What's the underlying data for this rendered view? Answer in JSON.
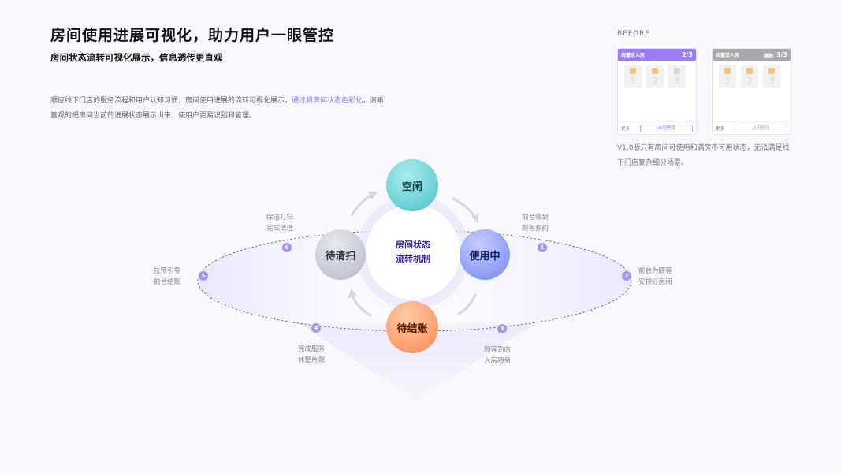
{
  "header": {
    "title": "房间使用进展可视化，助力用户一眼管控",
    "subtitle": "房间状态流转可视化展示，信息透传更直观",
    "desc_pre": "顺应线下门店的服务流程和用户认知习惯，房间使用进展的流转可视化展示，",
    "desc_highlight": "通过将房间状态色彩化",
    "desc_post": "，清晰直观的把房间当前的进展状态展示出来，使用户更易识别和管理。"
  },
  "before": {
    "label": "BEFORE",
    "cards": [
      {
        "room": "阅蕾双人房",
        "count": "2/3",
        "badge": "",
        "beds": [
          "1",
          "2",
          "3"
        ],
        "more": "更多",
        "button": "占用房间"
      },
      {
        "room": "阅蕾双人房",
        "count": "3/3",
        "badge": "满房",
        "beds": [
          "1",
          "2",
          "3"
        ],
        "more": "更多",
        "button": "占用房间"
      }
    ],
    "note": "V1.0版只有房间可使用和满房不可用状态，无法满足线下门店复杂细分场景。"
  },
  "diagram": {
    "center": {
      "line1": "房间状态",
      "line2": "流转机制"
    },
    "states": {
      "top": "空闲",
      "right": "使用中",
      "bottom": "待结账",
      "left": "待清扫"
    },
    "steps": [
      {
        "num": "1",
        "line1": "前台收到",
        "line2": "顾客预约"
      },
      {
        "num": "2",
        "line1": "前台为顾客",
        "line2": "安排好房间"
      },
      {
        "num": "3",
        "line1": "顾客到店",
        "line2": "入房服务"
      },
      {
        "num": "4",
        "line1": "完成服务",
        "line2": "休整片刻"
      },
      {
        "num": "5",
        "line1": "技师引导",
        "line2": "前台结账"
      },
      {
        "num": "6",
        "line1": "保洁打扫",
        "line2": "完成清理"
      }
    ]
  },
  "colors": {
    "accent": "#8a6ff0",
    "idle": "#4cc2c9",
    "in_use": "#7487f1",
    "checkout": "#f7894f",
    "cleaning": "#b5b8c6"
  }
}
